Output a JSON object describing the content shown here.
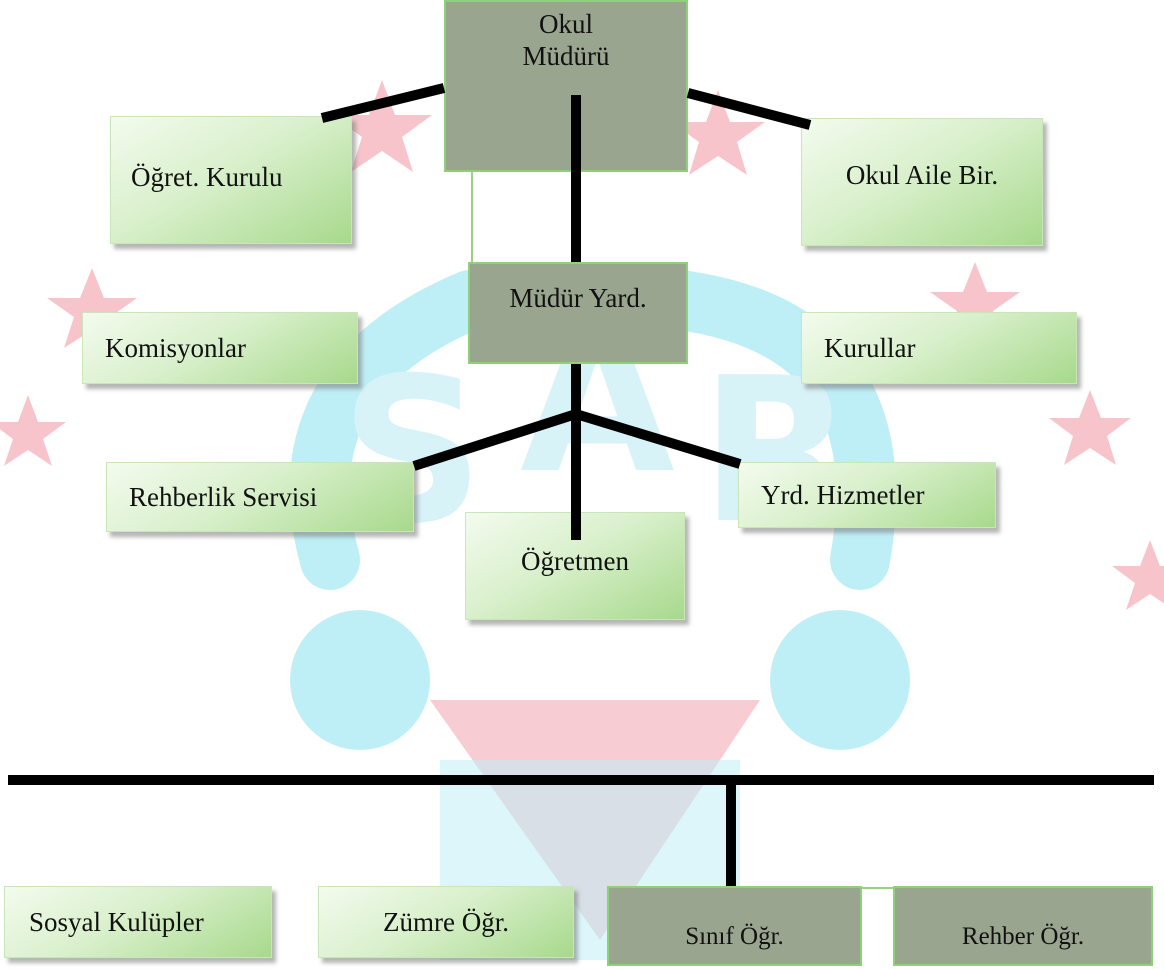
{
  "org_chart": {
    "okul_muduru_line1": "Okul",
    "okul_muduru_line2": "Müdürü",
    "ogret_kurulu": "Öğret. Kurulu",
    "okul_aile_bir": "Okul Aile Bir.",
    "mudur_yard": "Müdür Yard.",
    "komisyonlar": "Komisyonlar",
    "kurullar": "Kurullar",
    "rehberlik_servisi": "Rehberlik Servisi",
    "yrd_hizmetler": "Yrd. Hizmetler",
    "ogretmen": "Öğretmen",
    "sosyal_kulupler": "Sosyal Kulüpler",
    "zumre_ogr": "Zümre Öğr.",
    "sinif_ogr": "Sınıf Öğr.",
    "rehber_ogr": "Rehber Öğr."
  },
  "colors": {
    "dark_box": "#9aa590",
    "green_light": "#f3fbee",
    "green_dark": "#a7d98c",
    "connector": "#000000",
    "watermark_red": "#f4a3ad",
    "watermark_cyan": "#8fe0ec"
  }
}
